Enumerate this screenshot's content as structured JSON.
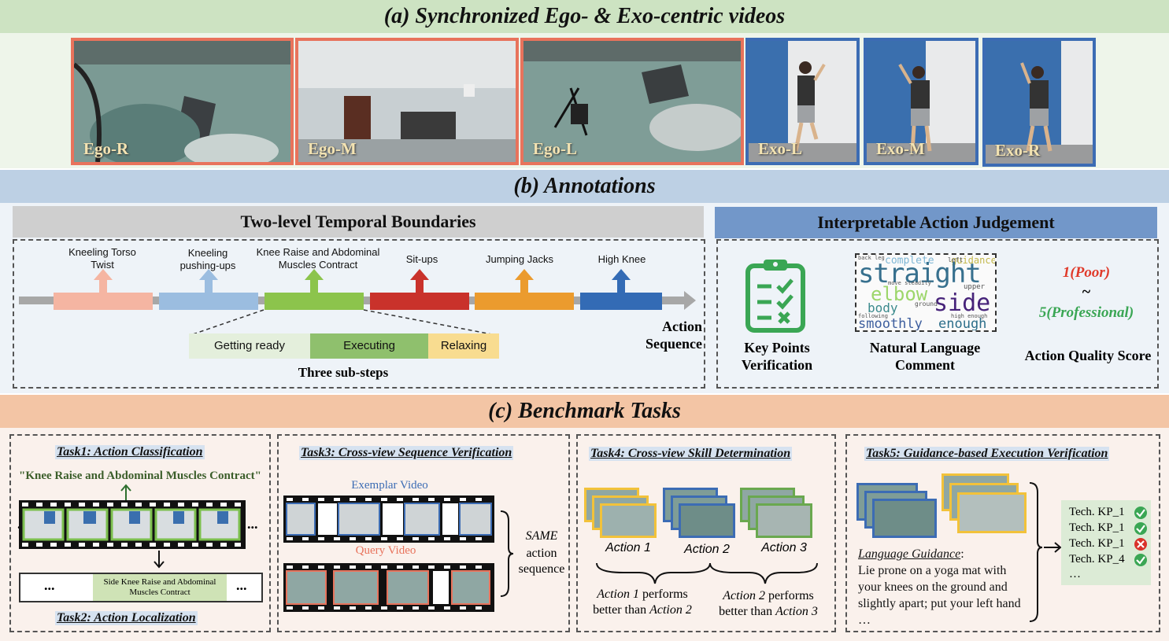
{
  "section_a": {
    "title": "(a) Synchronized Ego- & Exo-centric videos",
    "views": [
      "Ego-R",
      "Ego-M",
      "Ego-L",
      "Exo-L",
      "Exo-M",
      "Exo-R"
    ]
  },
  "section_b": {
    "title": "(b) Annotations",
    "left_panel": {
      "title": "Two-level Temporal Boundaries",
      "actions": [
        "Kneeling Torso Twist",
        "Kneeling pushing-ups",
        "Knee Raise and Abdominal Muscles Contract",
        "Sit-ups",
        "Jumping Jacks",
        "High Knee"
      ],
      "action_colors": [
        "#f5b5a2",
        "#9bbde0",
        "#8cc44c",
        "#c9322b",
        "#eb9b2e",
        "#336bb5"
      ],
      "sequence_label": "Action Sequence",
      "substeps": [
        "Getting ready",
        "Executing",
        "Relaxing"
      ],
      "substeps_label": "Three sub-steps"
    },
    "right_panel": {
      "title": "Interpretable Action Judgement",
      "key_points_label": "Key Points Verification",
      "word_cloud": [
        "straight",
        "elbow",
        "side",
        "body",
        "smoothly",
        "enough",
        "complete",
        "guidance",
        "upper",
        "ground",
        "move steadily",
        "following",
        "high enough",
        "left",
        "back leg"
      ],
      "nl_label": "Natural Language Comment",
      "score_low": "1(Poor)",
      "score_tilde": "~",
      "score_high": "5(Professional)",
      "score_label": "Action Quality Score"
    }
  },
  "section_c": {
    "title": "(c)  Benchmark Tasks",
    "task1": {
      "title": "Task1: Action Classification",
      "quote": "\"Knee Raise and Abdominal Muscles Contract\"",
      "dots": "..."
    },
    "task2": {
      "title": "Task2: Action Localization",
      "dots": "...",
      "segment_label": "Side Knee Raise and Abdominal Muscles Contract"
    },
    "task3": {
      "title": "Task3: Cross-view Sequence Verification",
      "exemplar": "Exemplar Video",
      "query": "Query Video",
      "same": "SAME",
      "same_rest": "action sequence"
    },
    "task4": {
      "title": "Task4: Cross-view Skill Determination",
      "actions": [
        "Action 1",
        "Action 2",
        "Action 3"
      ],
      "cmp1_a": "Action 1",
      "cmp1_b": " performs better than ",
      "cmp1_c": "Action 2",
      "cmp2_a": "Action 2",
      "cmp2_b": " performs better than ",
      "cmp2_c": "Action 3"
    },
    "task5": {
      "title": "Task5: Guidance-based Execution Verification",
      "guidance_label": "Language Guidance",
      "guidance_text": "Lie prone on a yoga mat with your knees on the ground and slightly apart; put your left hand …",
      "checks": [
        {
          "label": "Tech. KP_1",
          "ok": true
        },
        {
          "label": "Tech. KP_1",
          "ok": true
        },
        {
          "label": "Tech. KP_1",
          "ok": false
        },
        {
          "label": "Tech. KP_4",
          "ok": true
        }
      ],
      "checks_more": "…"
    }
  }
}
